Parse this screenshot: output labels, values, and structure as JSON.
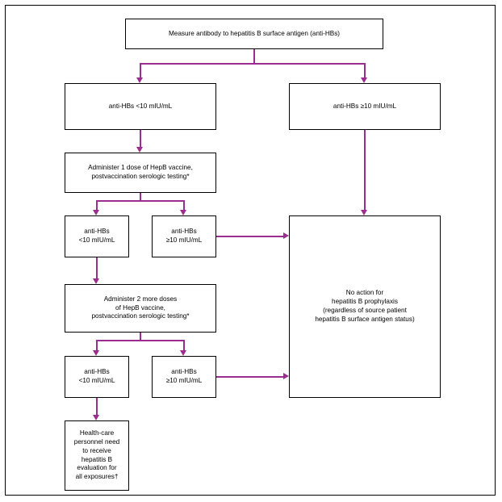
{
  "diagram": {
    "type": "flowchart",
    "accent_color": "#9B2D8E",
    "border_color": "#000000",
    "background_color": "#ffffff",
    "nodes": [
      {
        "id": "start",
        "text": "Measure antibody to hepatitis B surface antigen (anti-HBs)"
      },
      {
        "id": "lt10_a",
        "text": "anti-HBs <10 mIU/mL"
      },
      {
        "id": "ge10_a",
        "text": "anti-HBs ≥10 mIU/mL"
      },
      {
        "id": "dose1",
        "line1": "Administer 1 dose of HepB vaccine,",
        "line2": "postvaccination serologic testing*"
      },
      {
        "id": "lt10_b",
        "line1": "anti-HBs",
        "line2": "<10 mIU/mL"
      },
      {
        "id": "ge10_b",
        "line1": "anti-HBs",
        "line2": "≥10 mIU/mL"
      },
      {
        "id": "dose2",
        "line1": "Administer 2 more doses",
        "line2": "of HepB vaccine,",
        "line3": "postvaccination serologic testing*"
      },
      {
        "id": "lt10_c",
        "line1": "anti-HBs",
        "line2": "<10 mIU/mL"
      },
      {
        "id": "ge10_c",
        "line1": "anti-HBs",
        "line2": "≥10 mIU/mL"
      },
      {
        "id": "noaction",
        "line1": "No action for",
        "line2": "hepatitis B prophylaxis",
        "line3": "(regardless of source patient",
        "line4": "hepatitis B surface antigen status)"
      },
      {
        "id": "hcp",
        "line1": "Health-care",
        "line2": "personnel need",
        "line3": "to receive",
        "line4": "hepatitis B",
        "line5": "evaluation for",
        "line6": "all exposures†"
      }
    ]
  }
}
